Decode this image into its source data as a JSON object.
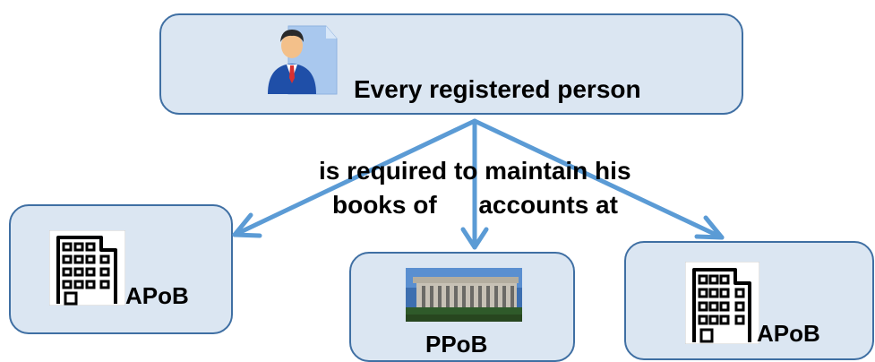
{
  "top_box": {
    "label": "Every registered person",
    "icon": "person-document-icon"
  },
  "connector": {
    "line1": "is required to maintain his",
    "line2": "books of      accounts at"
  },
  "branches": [
    {
      "label": "APoB",
      "icon": "office-building-icon"
    },
    {
      "label": "PPoB",
      "icon": "building-photo"
    },
    {
      "label": "APoB",
      "icon": "office-building-icon"
    }
  ],
  "colors": {
    "box_fill": "#dbe6f2",
    "box_border": "#3f6fa3",
    "arrow": "#5b9bd5"
  }
}
